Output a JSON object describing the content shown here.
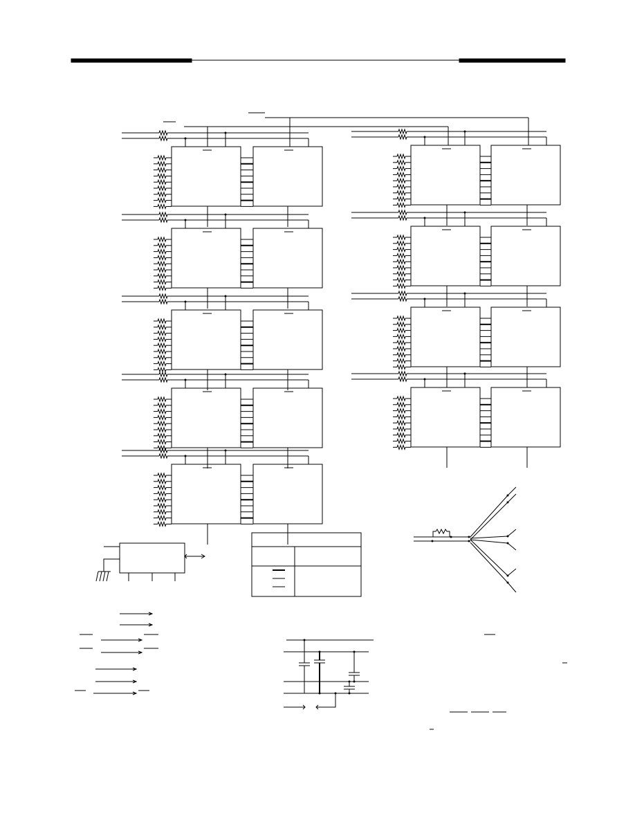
{
  "page": {
    "background": "#ffffff",
    "ink": "#000000"
  },
  "schematic": {
    "description_visible_text": [],
    "memory_banks": {
      "left_rows": 5,
      "right_rows": 4,
      "chips_per_row": 2,
      "resistor_lines_per_chip": 9
    },
    "detail_table": {
      "header": "",
      "rows": [
        "",
        "",
        ""
      ]
    }
  }
}
